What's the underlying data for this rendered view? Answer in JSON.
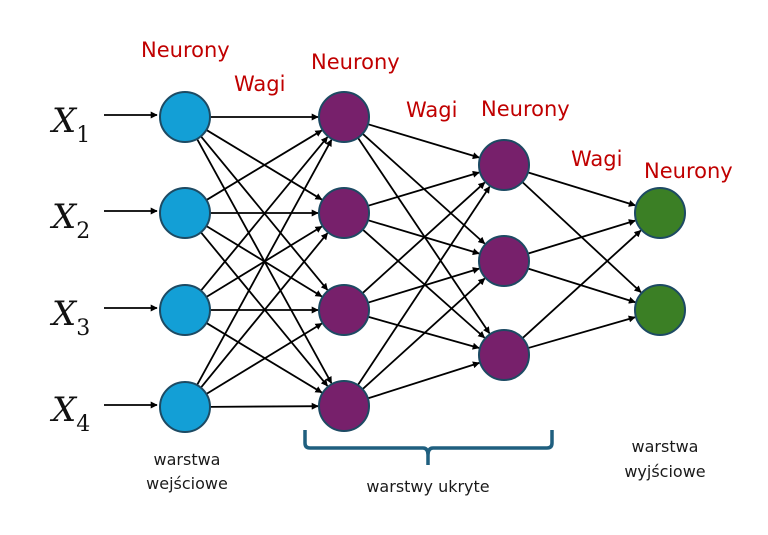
{
  "colors": {
    "input": "#139fd6",
    "hidden": "#77206b",
    "output": "#3b7f25",
    "node_stroke": "#1d4a63",
    "edge": "#000000",
    "label": "#c00000",
    "bracket": "#1f5f7f"
  },
  "inputs": [
    {
      "var": "X",
      "sub": "1"
    },
    {
      "var": "X",
      "sub": "2"
    },
    {
      "var": "X",
      "sub": "3"
    },
    {
      "var": "X",
      "sub": "4"
    }
  ],
  "layers": [
    {
      "name": "input",
      "count": 4
    },
    {
      "name": "hidden-1",
      "count": 4
    },
    {
      "name": "hidden-2",
      "count": 3
    },
    {
      "name": "output",
      "count": 2
    }
  ],
  "labels": {
    "neurons": [
      "Neurony",
      "Neurony",
      "Neurony",
      "Neurony"
    ],
    "weights": [
      "Wagi",
      "Wagi",
      "Wagi"
    ],
    "input_layer": [
      "warstwa",
      "wejściowe"
    ],
    "hidden_layers": "warstwy ukryte",
    "output_layer": [
      "warstwa",
      "wyjściowe"
    ]
  }
}
